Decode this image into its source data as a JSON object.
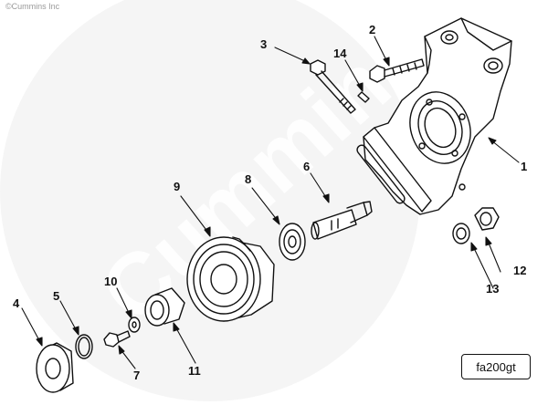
{
  "copyright": "©Cummins Inc",
  "watermark": "Cummins",
  "callouts": [
    "1",
    "2",
    "3",
    "4",
    "5",
    "6",
    "7",
    "8",
    "9",
    "10",
    "11",
    "12",
    "13",
    "14"
  ],
  "figure_id": "fa200gt"
}
